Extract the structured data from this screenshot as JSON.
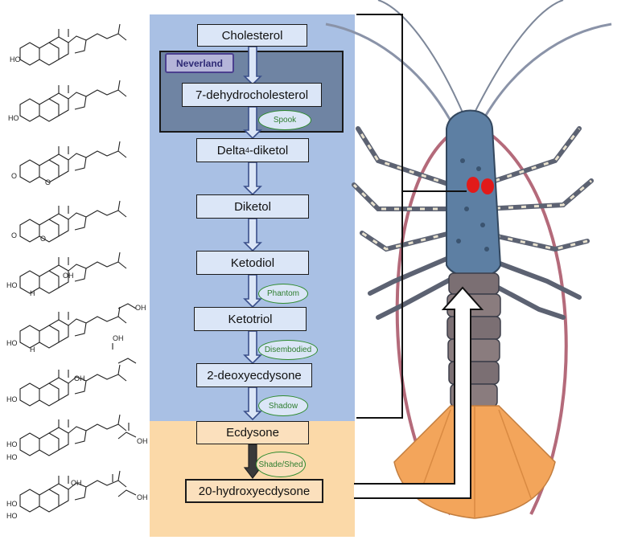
{
  "pathway": {
    "steps": [
      {
        "label": "Cholesterol"
      },
      {
        "label": "7-dehydrocholesterol"
      },
      {
        "label_pre": "Delta",
        "label_sup": "4",
        "label_post": "-diketol"
      },
      {
        "label": "Diketol"
      },
      {
        "label": "Ketodiol"
      },
      {
        "label": "Ketotriol"
      },
      {
        "label": "2-deoxyecdysone"
      },
      {
        "label": "Ecdysone"
      },
      {
        "label": "20-hydroxyecdysone"
      }
    ],
    "enzymes": {
      "neverland": "Neverland",
      "spook": "Spook",
      "phantom": "Phantom",
      "disembodied": "Disembodied",
      "shadow": "Shadow",
      "shade": "Shade/Shed"
    }
  },
  "molecule_labels": {
    "ho": "HO",
    "h": "H",
    "oh": "OH",
    "o": "O"
  },
  "colors": {
    "blue_region": "#a9c0e4",
    "orange_region": "#fbd9a8",
    "box_fill": "#dbe6f7",
    "enzyme_green": "#2e8b2e",
    "eye_red": "#e21a1a"
  }
}
